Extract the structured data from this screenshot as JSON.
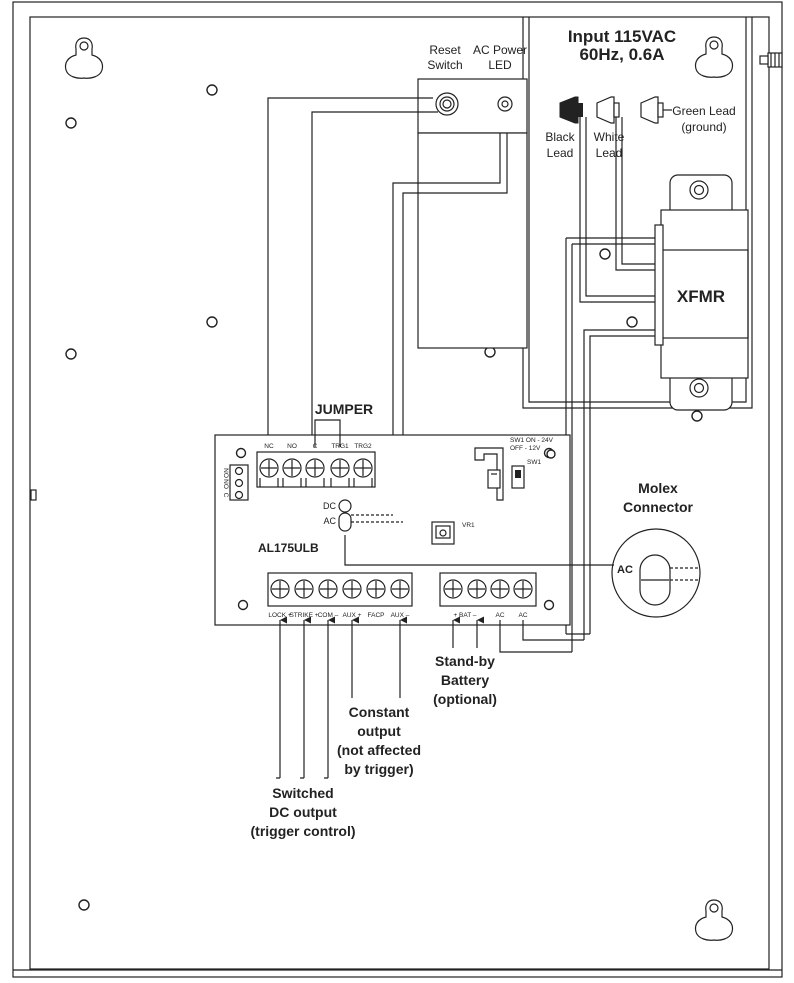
{
  "enclosure": {
    "id": "enclosure"
  },
  "input": {
    "line1": "Input 115VAC",
    "line2": "60Hz, 0.6A"
  },
  "reset_switch": {
    "line1": "Reset",
    "line2": "Switch"
  },
  "ac_power_led": {
    "line1": "AC Power",
    "line2": "LED"
  },
  "leads": [
    {
      "line1": "Black",
      "line2": "Lead"
    },
    {
      "line1": "White",
      "line2": "Lead"
    },
    {
      "line1": "Green Lead",
      "line2": "(ground)"
    }
  ],
  "transformer": {
    "label": "XFMR"
  },
  "jumper": {
    "label": "JUMPER"
  },
  "board": {
    "model": "AL175ULB",
    "top_terminals": [
      "NC",
      "NO",
      "C",
      "TRG1",
      "TRG2"
    ],
    "side_header": [
      "NO",
      "NO",
      "C"
    ],
    "dc_label": "DC",
    "ac_label": "AC",
    "vr_label": "VR1",
    "sw1_line1": "SW1 ON - 24V",
    "sw1_line2": "OFF - 12V",
    "sw1_label": "SW1",
    "bottom_left_terminals": [
      "LOCK +",
      "STRIKE +",
      "COM –",
      "AUX +",
      "FACP",
      "AUX –"
    ],
    "bottom_right_labels": [
      "+ BAT –",
      "AC",
      "AC"
    ]
  },
  "molex": {
    "line1": "Molex",
    "line2": "Connector",
    "ac_label": "AC"
  },
  "standby": {
    "line1": "Stand-by",
    "line2": "Battery",
    "line3": "(optional)"
  },
  "constant": {
    "line1": "Constant",
    "line2": "output",
    "line3": "(not affected",
    "line4": "by trigger)"
  },
  "switched": {
    "line1": "Switched",
    "line2": "DC output",
    "line3": "(trigger control)"
  }
}
